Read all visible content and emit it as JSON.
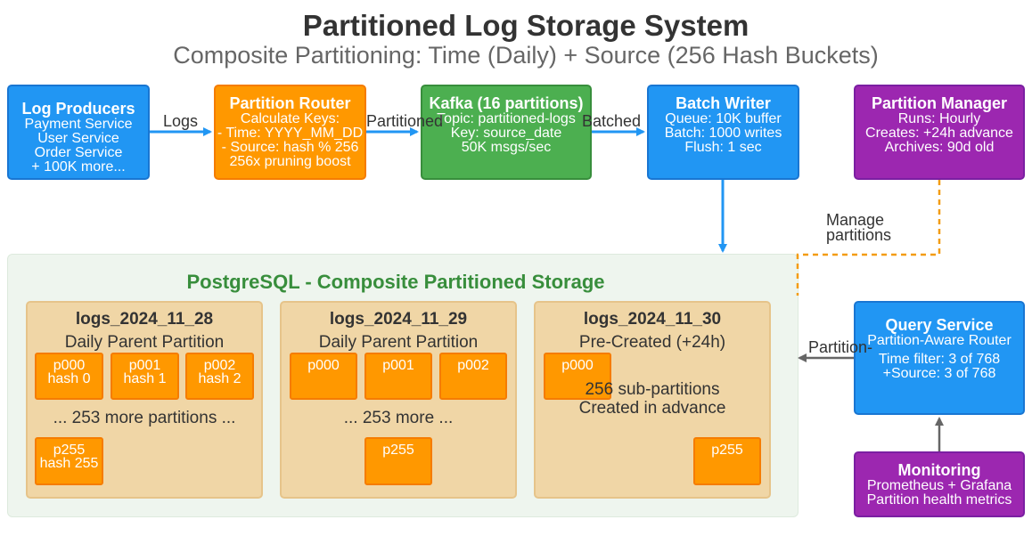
{
  "header": {
    "title": "Partitioned Log Storage System",
    "subtitle": "Composite Partitioning: Time (Daily) + Source (256 Hash Buckets)"
  },
  "nodes": {
    "producers": {
      "title": "Log Producers",
      "lines": [
        "Payment Service",
        "User Service",
        "Order Service",
        "+ 100K more..."
      ]
    },
    "router": {
      "title": "Partition Router",
      "lines": [
        "Calculate Keys:",
        "- Time: YYYY_MM_DD",
        "- Source: hash % 256",
        "256x pruning boost"
      ]
    },
    "kafka": {
      "title": "Kafka (16 partitions)",
      "lines": [
        "Topic: partitioned-logs",
        "Key: source_date",
        "50K msgs/sec"
      ]
    },
    "writer": {
      "title": "Batch Writer",
      "lines": [
        "Queue: 10K buffer",
        "Batch: 1000 writes",
        "Flush: 1 sec"
      ]
    },
    "manager": {
      "title": "Partition Manager",
      "lines": [
        "Runs: Hourly",
        "Creates: +24h advance",
        "Archives: 90d old"
      ]
    },
    "query": {
      "title": "Query Service",
      "lines": [
        "Partition-Aware Router",
        "Time filter: 3 of 768",
        "+Source: 3 of 768"
      ]
    },
    "monitoring": {
      "title": "Monitoring",
      "lines": [
        "Prometheus + Grafana",
        "Partition health metrics"
      ]
    }
  },
  "edges": {
    "logs": "Logs",
    "partitioned": "Partitioned",
    "batched": "Batched",
    "manage": [
      "Manage",
      "partitions"
    ],
    "partition": "Partition-"
  },
  "storage": {
    "title": "PostgreSQL - Composite Partitioned Storage",
    "days": [
      {
        "name": "logs_2024_11_28",
        "subtitle": "Daily Parent Partition",
        "parts": [
          [
            "p000",
            "hash 0"
          ],
          [
            "p001",
            "hash 1"
          ],
          [
            "p002",
            "hash 2"
          ]
        ],
        "more": "... 253 more partitions ...",
        "last": [
          "p255",
          "hash 255"
        ]
      },
      {
        "name": "logs_2024_11_29",
        "subtitle": "Daily Parent Partition",
        "parts": [
          [
            "p000"
          ],
          [
            "p001"
          ],
          [
            "p002"
          ]
        ],
        "more": "... 253 more ...",
        "last": [
          "p255"
        ]
      },
      {
        "name": "logs_2024_11_30",
        "subtitle": "Pre-Created (+24h)",
        "parts": [
          [
            "p000"
          ]
        ],
        "note": [
          "256 sub-partitions",
          "Created in advance"
        ],
        "last": [
          "p255"
        ]
      }
    ]
  },
  "colors": {
    "blue": "#2196F3",
    "orange": "#FF9800",
    "green": "#4CAF50",
    "purple": "#9C27B0",
    "storage_title": "#388E3C",
    "day_fill": "#F0D6A6",
    "arrow_blue": "#2196F3",
    "arrow_gray": "#666666",
    "dashed_orange": "#F39C12"
  }
}
